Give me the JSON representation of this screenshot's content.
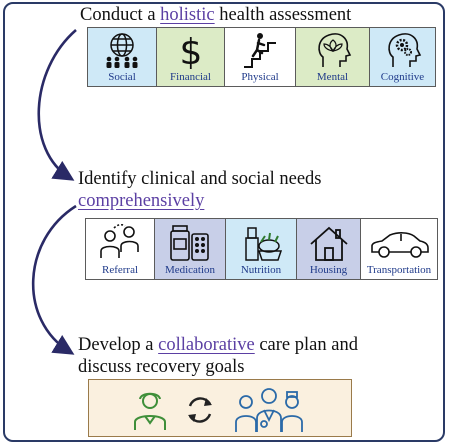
{
  "steps": [
    {
      "before": "Conduct a ",
      "keyword": "holistic",
      "after": " health assessment"
    },
    {
      "line1": "Identify clinical and social needs",
      "keyword": "comprehensively"
    },
    {
      "before": "Develop a ",
      "keyword": "collaborative",
      "after": " care plan and",
      "line2": "discuss recovery goals"
    }
  ],
  "assessment_boxes": [
    {
      "label": "Social",
      "icon": "globe-people-icon",
      "bg": "#cfe9f7"
    },
    {
      "label": "Financial",
      "icon": "dollar-icon",
      "bg": "#dcebc6"
    },
    {
      "label": "Physical",
      "icon": "stairs-climber-icon",
      "bg": "#ffffff"
    },
    {
      "label": "Mental",
      "icon": "head-lotus-icon",
      "bg": "#dcebc6"
    },
    {
      "label": "Cognitive",
      "icon": "head-gears-icon",
      "bg": "#cfe9f7"
    }
  ],
  "needs_boxes": [
    {
      "label": "Referral",
      "icon": "referral-people-icon",
      "bg": "#ffffff"
    },
    {
      "label": "Medication",
      "icon": "medication-icon",
      "bg": "#c8cfe8"
    },
    {
      "label": "Nutrition",
      "icon": "groceries-icon",
      "bg": "#cfe9f7"
    },
    {
      "label": "Housing",
      "icon": "house-icon",
      "bg": "#c8cfe8"
    },
    {
      "label": "Transportation",
      "icon": "car-icon",
      "bg": "#ffffff"
    }
  ],
  "care_icons": [
    "patient-icon",
    "cycle-arrows-icon",
    "care-team-icon"
  ],
  "colors": {
    "keyword": "#5b3fa3",
    "label": "#1f3a8a",
    "arrow": "#2a2a66",
    "border": "#2a3a66"
  }
}
